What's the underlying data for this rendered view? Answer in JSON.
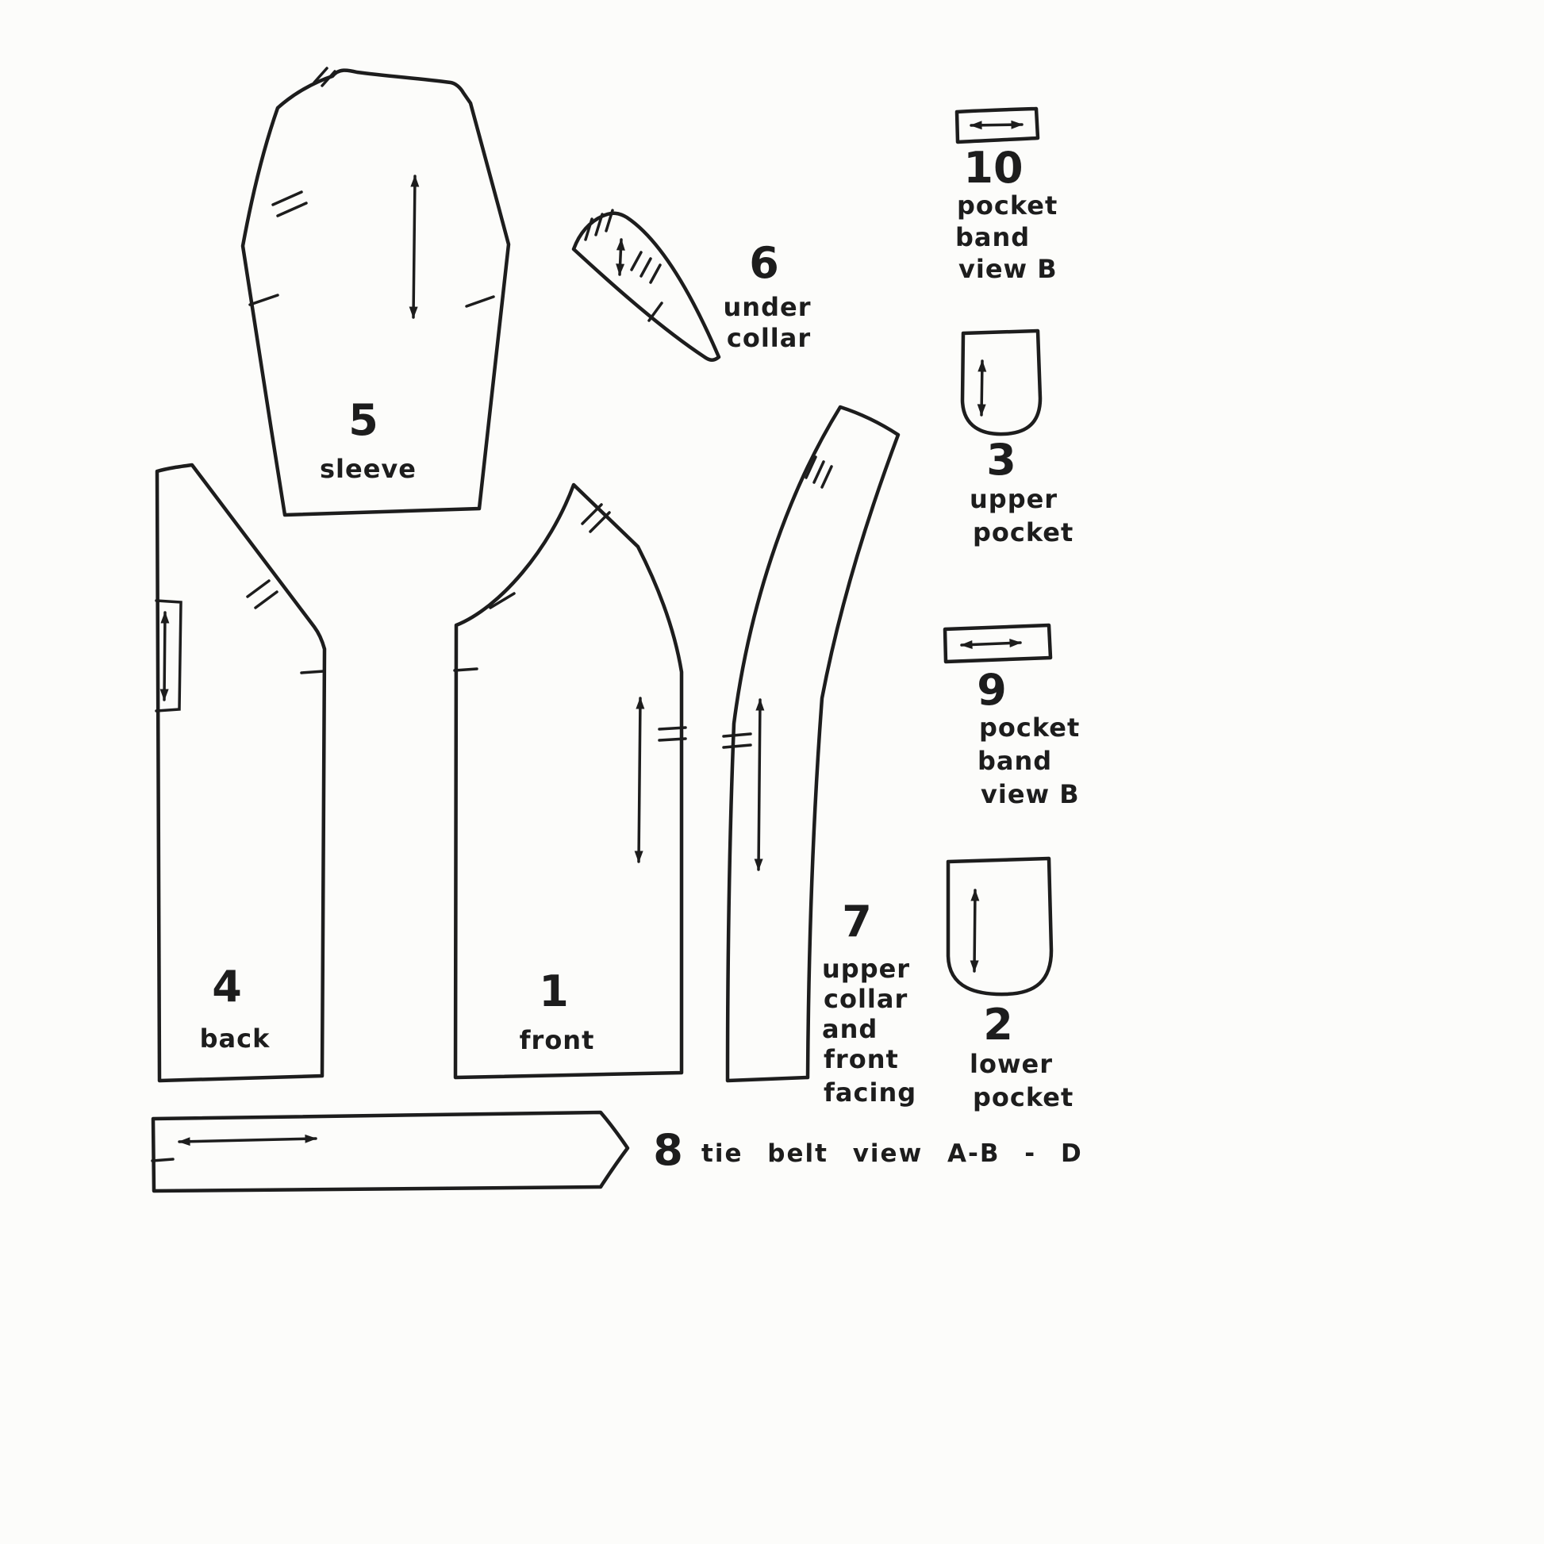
{
  "colors": {
    "ink": "#1d1d1d",
    "paper": "#fcfcfa"
  },
  "pieces": {
    "sleeve": {
      "number": "5",
      "label": "sleeve"
    },
    "under_collar": {
      "number": "6",
      "label_lines": [
        "under",
        "collar"
      ]
    },
    "pocket_band_view_b_10": {
      "number": "10",
      "label_lines": [
        "pocket",
        "band",
        "view B"
      ]
    },
    "upper_pocket": {
      "number": "3",
      "label_lines": [
        "upper",
        "pocket"
      ]
    },
    "back": {
      "number": "4",
      "label": "back"
    },
    "front": {
      "number": "1",
      "label": "front"
    },
    "upper_collar_and_front_facing": {
      "number": "7",
      "label_lines": [
        "upper",
        "collar",
        "and",
        "front",
        "facing"
      ]
    },
    "pocket_band_view_b_9": {
      "number": "9",
      "label_lines": [
        "pocket",
        "band",
        "view B"
      ]
    },
    "lower_pocket": {
      "number": "2",
      "label_lines": [
        "lower",
        "pocket"
      ]
    },
    "tie_belt": {
      "number": "8",
      "label": "tie belt view A-B - D"
    }
  }
}
